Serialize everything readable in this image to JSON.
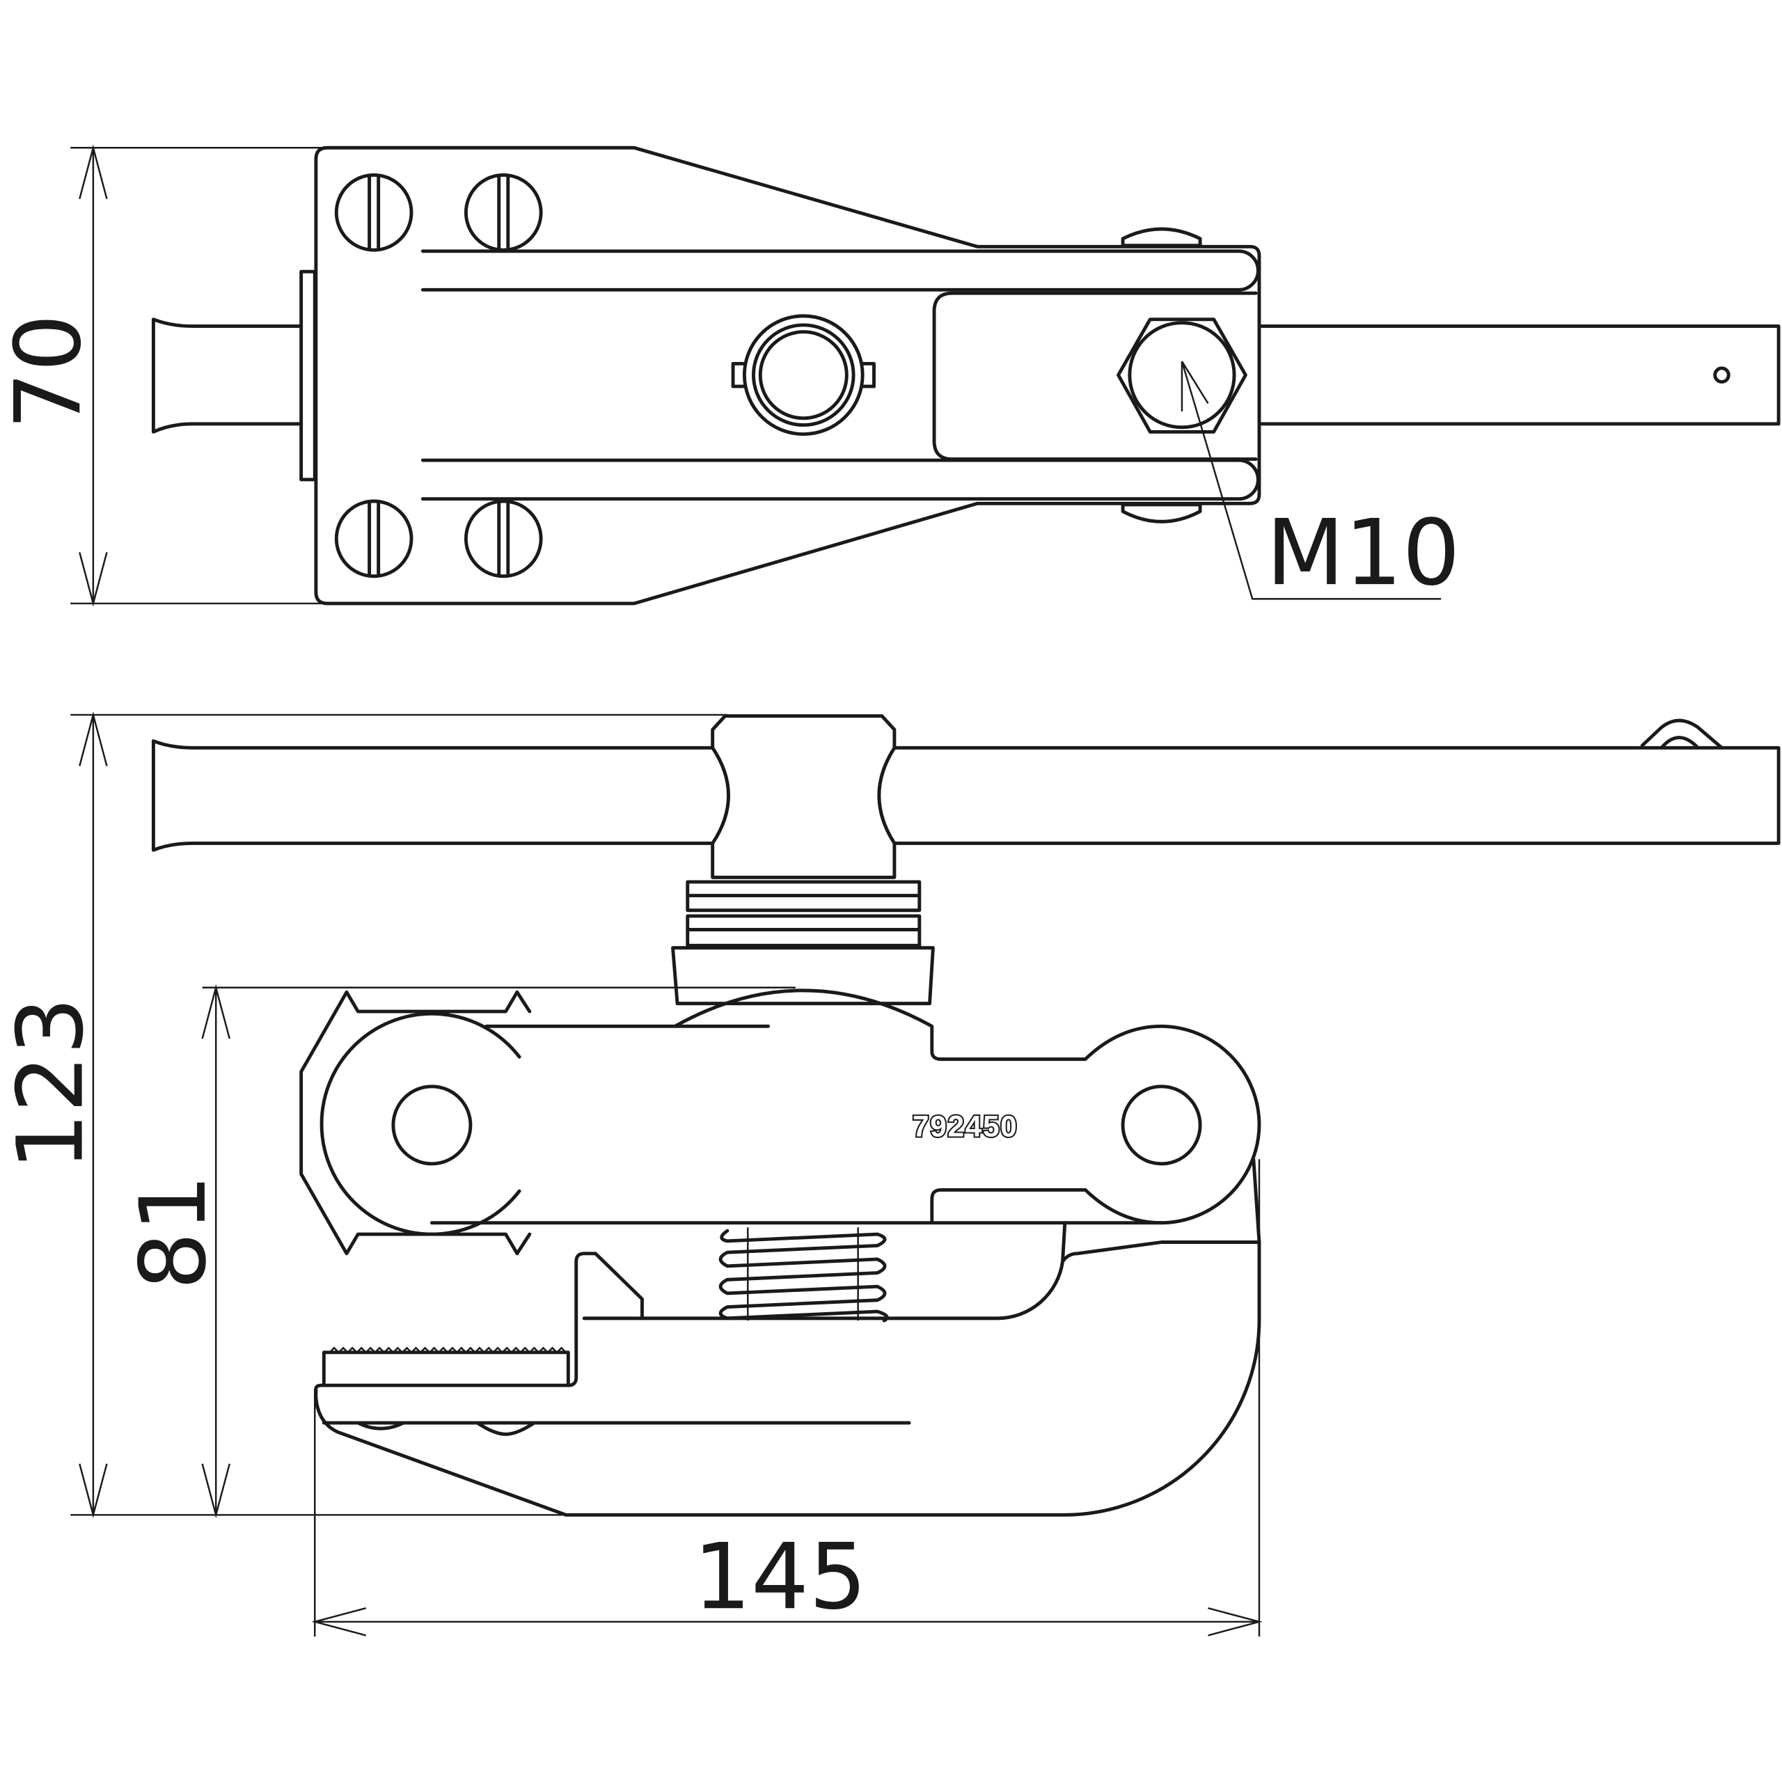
{
  "drawing": {
    "part_number": "792450",
    "thread_label": "M10",
    "dimensions": {
      "top_view_height": "70",
      "side_view_height": "123",
      "jaw_height": "81",
      "overall_width": "145"
    }
  },
  "colors": {
    "line": "#1a1a1a",
    "background": "#ffffff"
  }
}
